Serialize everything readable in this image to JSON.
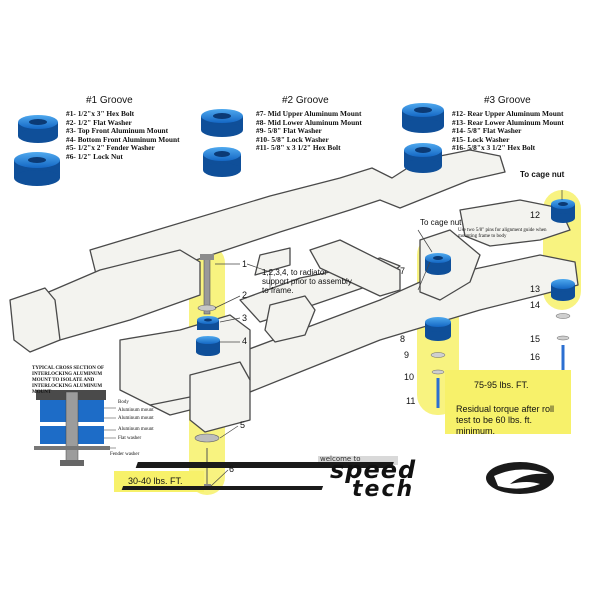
{
  "groups": [
    {
      "title": "#1 Groove",
      "items": [
        "#1- 1/2\"x 3\" Hex Bolt",
        "#2- 1/2\" Flat Washer",
        "#3- Top Front Aluminum Mount",
        "#4- Bottom Front Aluminum Mount",
        "#5- 1/2\"x 2\" Fender Washer",
        "#6- 1/2\" Lock Nut"
      ]
    },
    {
      "title": "#2 Groove",
      "items": [
        "#7- Mid Upper Aluminum Mount",
        "#8- Mid Lower Aluminum Mount",
        "#9- 5/8\" Flat Washer",
        "#10- 5/8\" Lock Washer",
        "#11- 5/8\" x 3 1/2\" Hex Bolt"
      ]
    },
    {
      "title": "#3 Groove",
      "items": [
        "#12- Rear Upper Aluminum Mount",
        "#13- Rear Lower Aluminum Mount",
        "#14- 5/8\" Flat Washer",
        "#15- Lock Washer",
        "#16- 5/8\"x 3 1/2\" Hex Bolt"
      ]
    }
  ],
  "callouts": {
    "to_cage_nut_right": "To cage nut",
    "to_cage_nut_mid": "To cage nut",
    "alignment_note": "Use two 5/8\" pins for alignment guide when mounting frame to body",
    "radiator_note": "1,2,3,4, to radiator support prior to assembly to frame."
  },
  "part_numbers": [
    "1",
    "2",
    "3",
    "4",
    "5",
    "6",
    "7",
    "8",
    "9",
    "10",
    "11",
    "12",
    "13",
    "14",
    "15",
    "16"
  ],
  "torque": {
    "front": "30-40 lbs. FT.",
    "rear_value": "75-95 lbs. FT.",
    "rear_note": "Residual torque after roll test to be 60 lbs. ft. minimum."
  },
  "cross_section": {
    "title": "TYPICAL CROSS SECTION OF INTERLOCKING ALUMINUM MOUNT TO ISOLATE AND INTERLOCKING ALUMINUM MOUNT",
    "labels": [
      "Body",
      "Aluminum mount",
      "Aluminum mount",
      "Aluminum mount",
      "Flat washer",
      "Fender washer"
    ]
  },
  "logo": {
    "welcome": "welcome to",
    "line1": "speed",
    "line2": "tech"
  },
  "colors": {
    "mount_blue": "#1d7fd1",
    "mount_blue_dark": "#0f4f99",
    "highlight_yellow": "#f7f16a",
    "frame_fill": "#f3f3ef",
    "frame_stroke": "#4a4a4a"
  }
}
